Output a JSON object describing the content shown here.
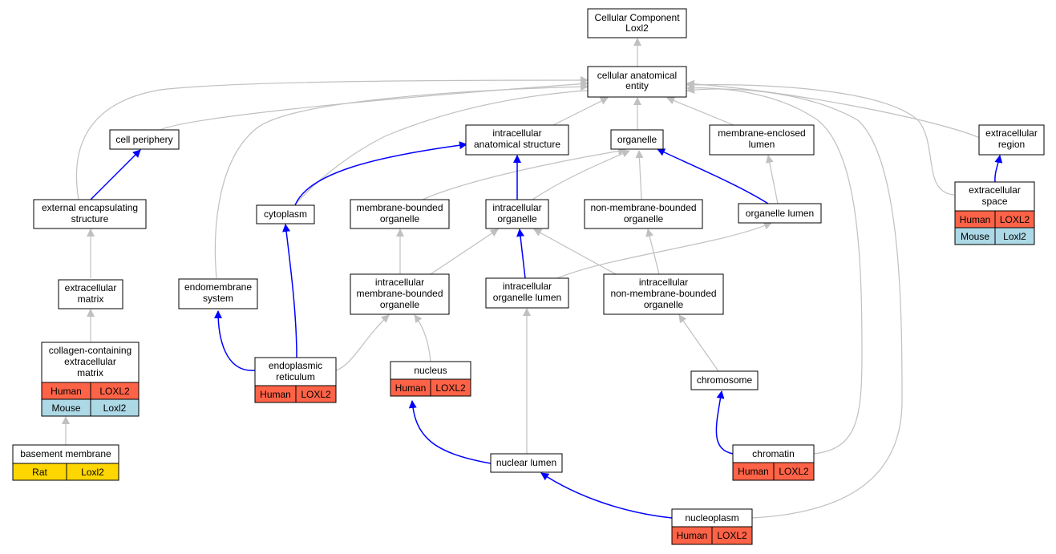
{
  "colors": {
    "gray_edge": "#c0c0c0",
    "blue_edge": "#0000ff",
    "human": "#ff6347",
    "mouse": "#add8e6",
    "rat": "#ffd700"
  },
  "nodes": {
    "root": [
      "Cellular Component",
      "Loxl2"
    ],
    "cae": [
      "cellular anatomical",
      "entity"
    ],
    "cell_periphery": [
      "cell periphery"
    ],
    "ias": [
      "intracellular",
      "anatomical structure"
    ],
    "organelle": [
      "organelle"
    ],
    "mel": [
      "membrane-enclosed",
      "lumen"
    ],
    "ext_region": [
      "extracellular",
      "region"
    ],
    "ees": [
      "external encapsulating",
      "structure"
    ],
    "cytoplasm": [
      "cytoplasm"
    ],
    "mbo": [
      "membrane-bounded",
      "organelle"
    ],
    "io": [
      "intracellular",
      "organelle"
    ],
    "nmbo": [
      "non-membrane-bounded",
      "organelle"
    ],
    "org_lumen": [
      "organelle lumen"
    ],
    "ext_space": [
      "extracellular",
      "space"
    ],
    "ecm": [
      "extracellular",
      "matrix"
    ],
    "endomembrane": [
      "endomembrane",
      "system"
    ],
    "imbo": [
      "intracellular",
      "membrane-bounded",
      "organelle"
    ],
    "iol": [
      "intracellular",
      "organelle lumen"
    ],
    "inmbo": [
      "intracellular",
      "non-membrane-bounded",
      "organelle"
    ],
    "ccecm": [
      "collagen-containing",
      "extracellular",
      "matrix"
    ],
    "er": [
      "endoplasmic",
      "reticulum"
    ],
    "nucleus": [
      "nucleus"
    ],
    "chromosome": [
      "chromosome"
    ],
    "basement": [
      "basement membrane"
    ],
    "nuclear_lumen": [
      "nuclear lumen"
    ],
    "chromatin": [
      "chromatin"
    ],
    "nucleoplasm": [
      "nucleoplasm"
    ]
  },
  "annotations": {
    "ext_space": [
      [
        "Human",
        "LOXL2"
      ],
      [
        "Mouse",
        "Loxl2"
      ]
    ],
    "ccecm": [
      [
        "Human",
        "LOXL2"
      ],
      [
        "Mouse",
        "Loxl2"
      ]
    ],
    "er": [
      [
        "Human",
        "LOXL2"
      ]
    ],
    "nucleus": [
      [
        "Human",
        "LOXL2"
      ]
    ],
    "basement": [
      [
        "Rat",
        "Loxl2"
      ]
    ],
    "chromatin": [
      [
        "Human",
        "LOXL2"
      ]
    ],
    "nucleoplasm": [
      [
        "Human",
        "LOXL2"
      ]
    ]
  }
}
